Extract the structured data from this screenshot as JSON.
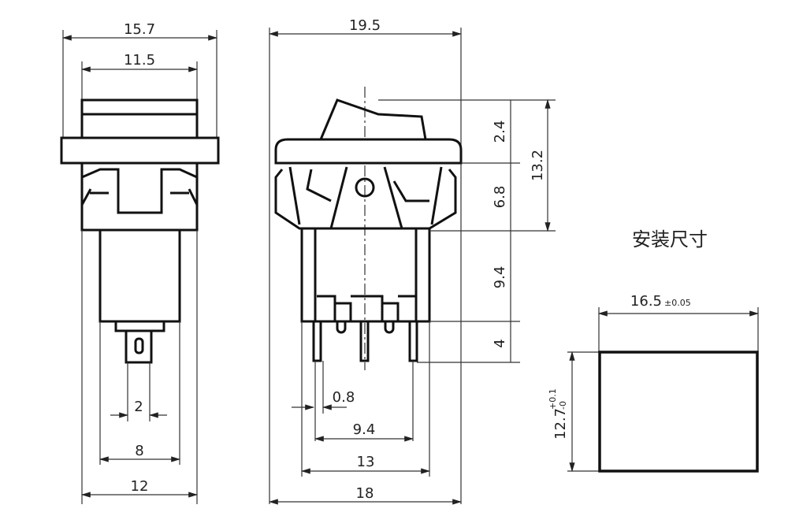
{
  "title": "安装尺寸",
  "side_view": {
    "overall_width": "15.7",
    "cap_width": "11.5",
    "terminal_width": "2",
    "body_width": "8",
    "base_width": "12"
  },
  "front_view": {
    "overall_width": "19.5",
    "pin_thickness": "0.8",
    "pin_pitch": "9.4",
    "body_width": "13",
    "base_width": "18"
  },
  "heights": {
    "rocker": "2.4",
    "housing": "6.8",
    "total_top": "13.2",
    "body": "9.4",
    "pin": "4"
  },
  "cutout": {
    "width": "16.5",
    "width_tol": "±0.05",
    "height": "12.7",
    "height_tol_plus": "+0.1",
    "height_tol_minus": "-0"
  }
}
